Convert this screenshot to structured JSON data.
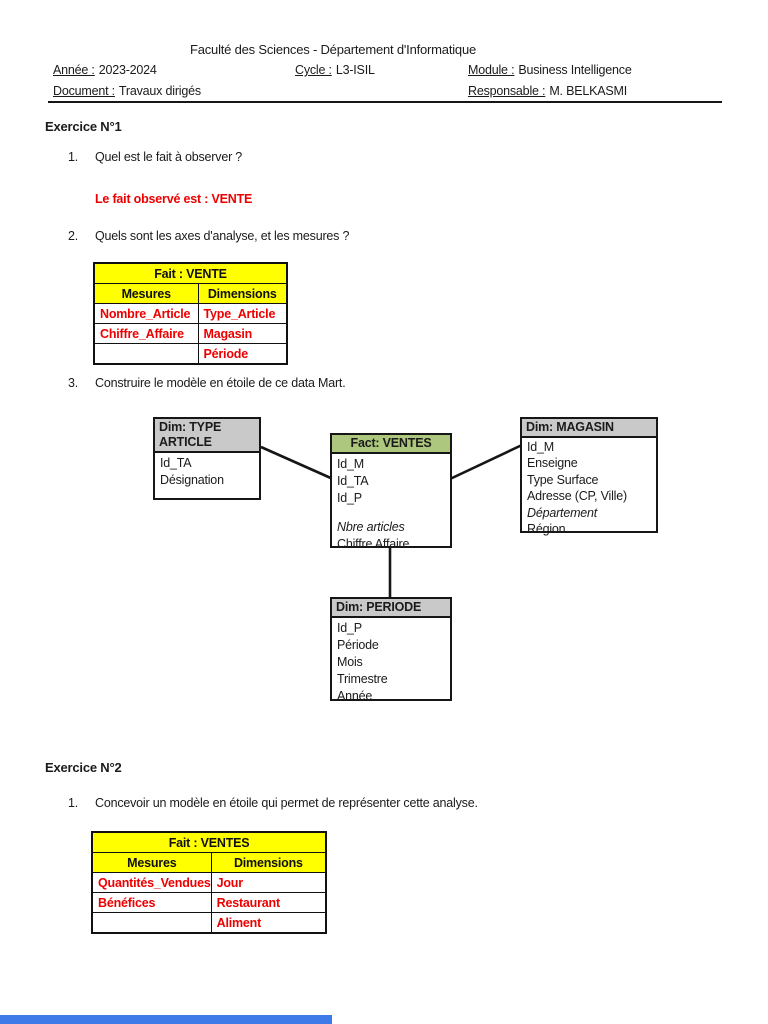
{
  "header": {
    "title": "Faculté des Sciences - Département d'Informatique",
    "meta": [
      {
        "label": "Année :",
        "value": "2023-2024"
      },
      {
        "label": "Cycle :",
        "value": "L3-ISIL"
      },
      {
        "label": "Module :",
        "value": "Business Intelligence"
      },
      {
        "label": "Document :",
        "value": "Travaux dirigés"
      },
      {
        "label": "Responsable :",
        "value": "M. BELKASMI"
      }
    ]
  },
  "exercise1": {
    "heading": "Exercice N°1",
    "q1_num": "1.",
    "q1": "Quel est le fait à observer ?",
    "answer1": "Le fait observé est : VENTE",
    "q2_num": "2.",
    "q2": "Quels sont les axes d'analyse, et les mesures ?",
    "q3_num": "3.",
    "q3": "Construire le modèle en étoile de ce data Mart.",
    "table": {
      "title": "Fait : VENTE",
      "col1": "Mesures",
      "col2": "Dimensions",
      "rows": [
        [
          "Nombre_Article",
          "Type_Article"
        ],
        [
          "Chiffre_Affaire",
          "Magasin"
        ],
        [
          "",
          "Période"
        ]
      ]
    }
  },
  "diagram": {
    "type_article": {
      "title": "Dim: TYPE ARTICLE",
      "fields": [
        "Id_TA",
        "Désignation"
      ]
    },
    "fact": {
      "title": "Fact:  VENTES",
      "fields": [
        "Id_M",
        "Id_TA",
        "Id_P",
        "Nbre articles",
        "Chiffre Affaire"
      ]
    },
    "magasin": {
      "title": "Dim: MAGASIN",
      "fields": [
        "Id_M",
        "Enseigne",
        "Type Surface",
        "Adresse (CP, Ville)",
        "Département",
        "Région"
      ]
    },
    "periode": {
      "title": "Dim: PERIODE",
      "fields": [
        "Id_P",
        "Période",
        "Mois",
        "Trimestre",
        "Année"
      ]
    }
  },
  "exercise2": {
    "heading": "Exercice N°2",
    "q1_num": "1.",
    "q1": "Concevoir un modèle en étoile qui permet de représenter cette analyse.",
    "table": {
      "title": "Fait : VENTES",
      "col1": "Mesures",
      "col2": "Dimensions",
      "rows": [
        [
          "Quantités_Vendues",
          "Jour"
        ],
        [
          "Bénéfices",
          "Restaurant"
        ],
        [
          "",
          "Aliment"
        ]
      ]
    }
  },
  "colors": {
    "accent_red": "#ee0000",
    "table_header_yellow": "#ffff00",
    "fact_header_green": "#adc87e",
    "dim_header_gray": "#c9c9c9",
    "loading_bar_blue": "#3e7be8"
  }
}
